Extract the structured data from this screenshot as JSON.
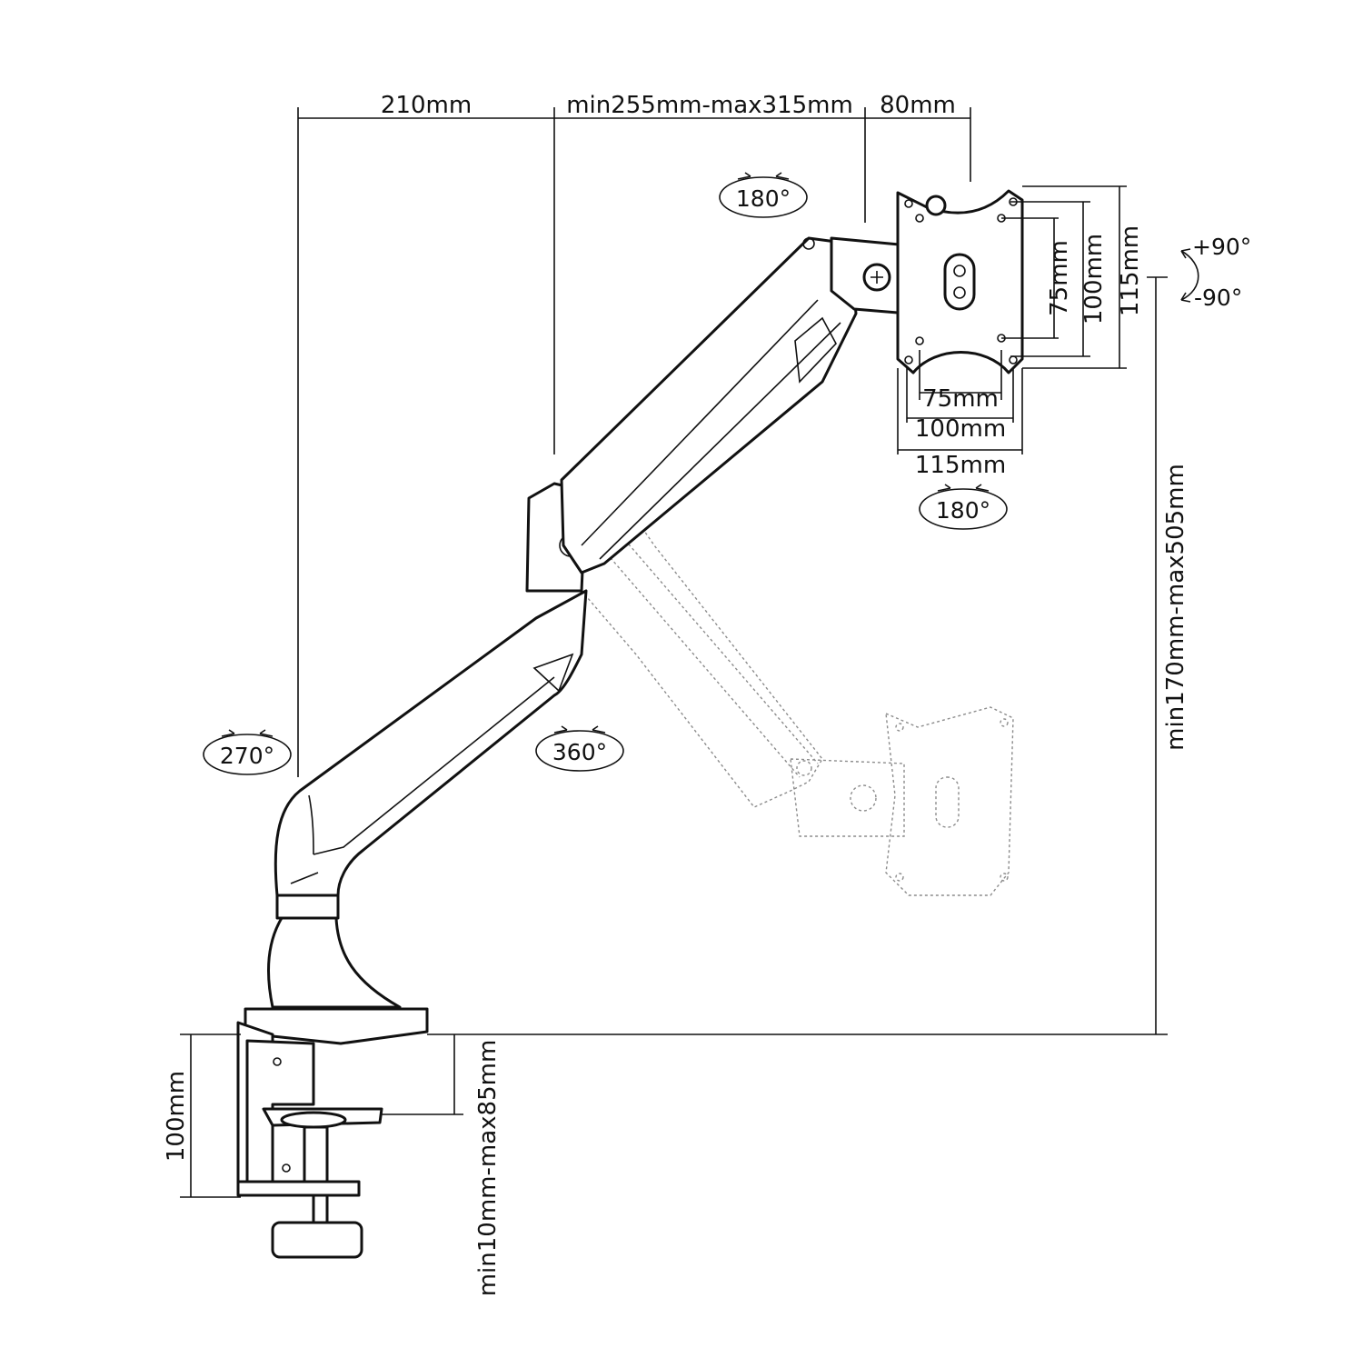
{
  "dimensions": {
    "top_left": "210mm",
    "top_middle": "min255mm-max315mm",
    "top_right": "80mm",
    "vesa_v_75": "75mm",
    "vesa_v_100": "100mm",
    "vesa_v_115": "115mm",
    "vesa_h_75": "75mm",
    "vesa_h_100": "100mm",
    "vesa_h_115": "115mm",
    "height_range": "min170mm-max505mm",
    "clamp_height": "100mm",
    "desk_thickness": "min10mm-max85mm"
  },
  "rotations": {
    "arm_top": "180°",
    "vesa_bottom": "180°",
    "base": "270°",
    "elbow": "360°",
    "tilt_up": "+90°",
    "tilt_down": "-90°"
  },
  "colors": {
    "line": "#111111",
    "ghost": "#8c8c8c",
    "background": "#ffffff"
  }
}
